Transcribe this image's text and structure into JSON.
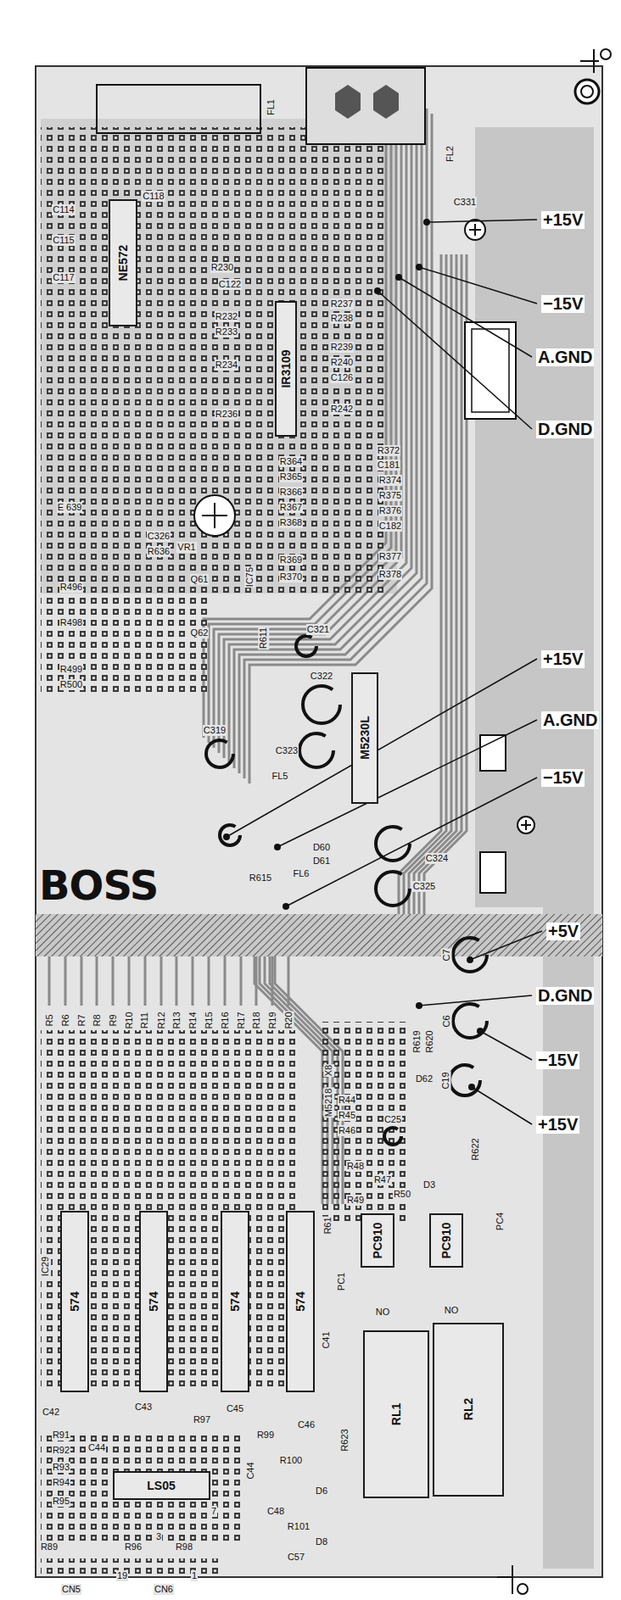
{
  "diagram": {
    "nodes": [
      {
        "text": [
          "NE572"
        ]
      },
      {
        "text": [
          "IR3109"
        ]
      },
      {
        "text": [
          "M5230L"
        ]
      },
      {
        "text": [
          "PC910"
        ]
      },
      {
        "text": [
          "PC910"
        ]
      },
      {
        "text": [
          "574"
        ]
      },
      {
        "text": [
          "574"
        ]
      },
      {
        "text": [
          "574"
        ]
      },
      {
        "text": [
          "574"
        ]
      },
      {
        "text": [
          "RL1"
        ]
      },
      {
        "text": [
          "RL2"
        ]
      },
      {
        "text": [
          "LS05"
        ]
      }
    ],
    "labels": [
      "FL1",
      "FL2",
      "C331",
      "+15V",
      "C114",
      "C118",
      "C115",
      "C117",
      "R230",
      "C122",
      "−15V",
      "R237",
      "R232",
      "R238",
      "R233",
      "R239",
      "A.GND",
      "R240",
      "R234",
      "C126",
      "R242",
      "R236",
      "D.GND",
      "R372",
      "R364",
      "C181",
      "R365",
      "R374",
      "R366",
      "R375",
      "E 639",
      "R367",
      "R376",
      "VR1",
      "R368",
      "C182",
      "C326",
      "R636",
      "R377",
      "R369",
      "R378",
      "IC75",
      "R370",
      "Q61",
      "R496",
      "R498",
      "C321",
      "R611",
      "Q62",
      "+15V",
      "R499",
      "C322",
      "R500",
      "A.GND",
      "C319",
      "C323",
      "FL5",
      "−15V",
      "D60",
      "C324",
      "D61",
      "FL6",
      "R615",
      "C325",
      "BOSS",
      "+5V",
      "C7",
      "D.GND",
      "C6",
      "R5",
      "R6",
      "R7",
      "R8",
      "R9",
      "R10",
      "R11",
      "R12",
      "R13",
      "R14",
      "R15",
      "R16",
      "R17",
      "R18",
      "R19",
      "R20",
      "R619",
      "R620",
      "−15V",
      "X8",
      "D62",
      "C19",
      "R44",
      "M5218",
      "+15V",
      "R45",
      "R46",
      "C25",
      "R622",
      "R48",
      "R47",
      "D3",
      "R50",
      "R49",
      "PC4",
      "R61",
      "IC29",
      "PC1",
      "NO",
      "NO",
      "C41",
      "C42",
      "C43",
      "C45",
      "R97",
      "C46",
      "R91",
      "R99",
      "R623",
      "C44",
      "R92",
      "R100",
      "R93",
      "C44",
      "R94",
      "D6",
      "R95",
      "7",
      "C48",
      "R101",
      "3",
      "D8",
      "R89",
      "R96",
      "R98",
      "C57",
      "19",
      "1",
      "CN5",
      "CN6"
    ]
  }
}
